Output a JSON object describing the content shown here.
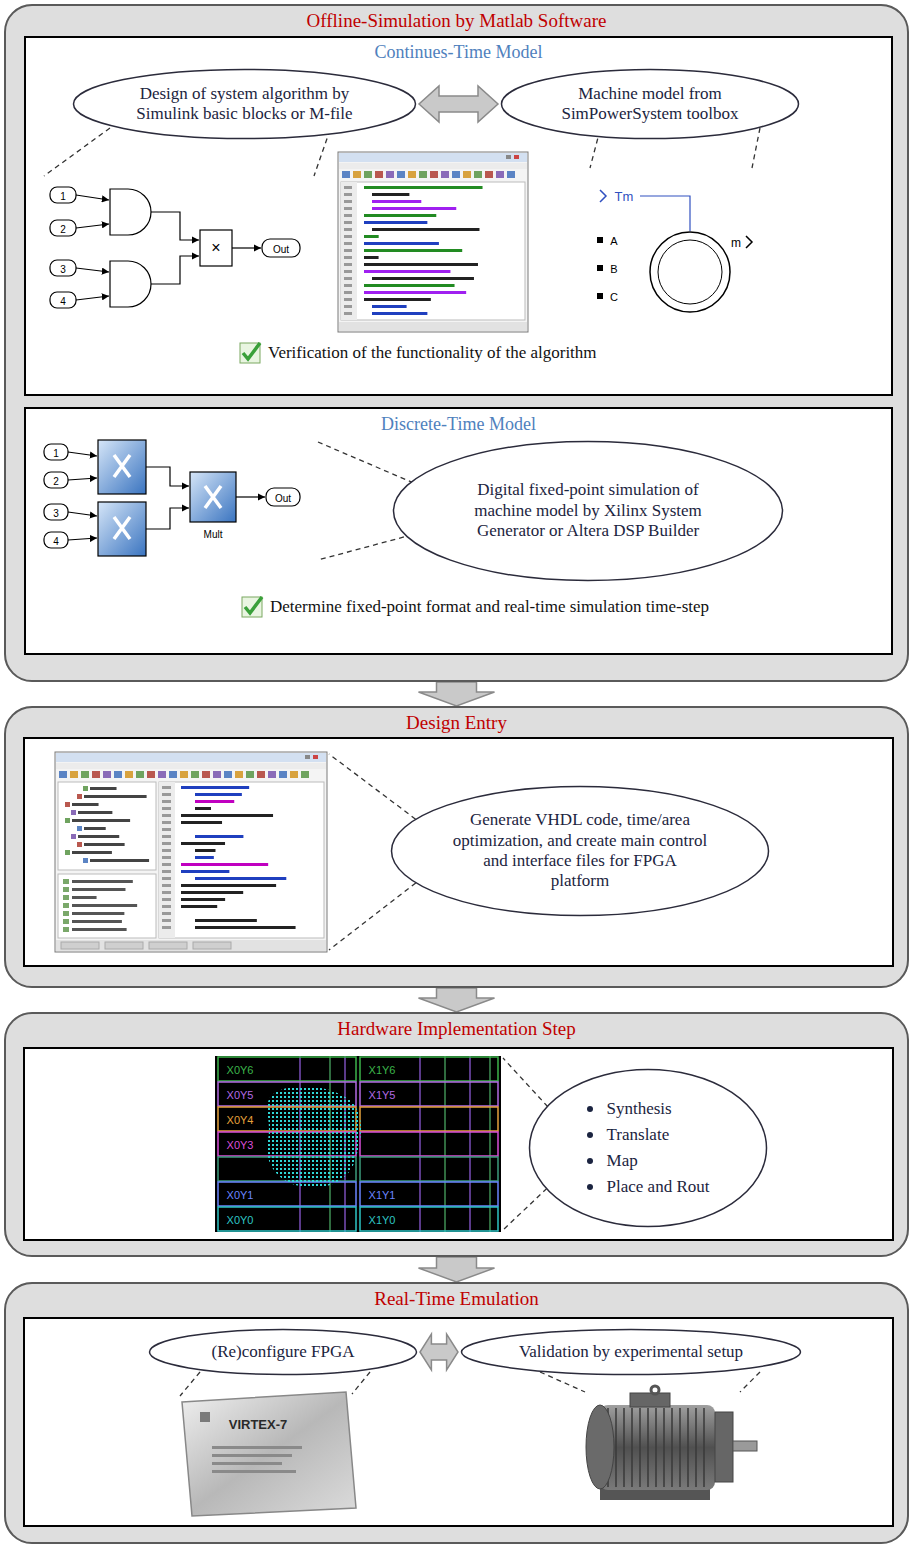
{
  "diagram": {
    "nodes": [
      {
        "text": [
          "Offline-Simulation by Matlab Software"
        ]
      },
      {
        "text": [
          "Continues-Time Model",
          "Verification of the functionality of the algorithm"
        ],
        "in": 0
      },
      {
        "text": [
          "Design of system algorithm by Simulink basic blocks or M-file"
        ],
        "in": 1
      },
      {
        "text": [
          "Machine model from SimPowerSystem toolbox"
        ],
        "in": 1
      },
      {
        "text": [
          "Discrete-Time Model",
          "Determine fixed-point format and real-time simulation time-step"
        ],
        "in": 0
      },
      {
        "text": [
          "Digital fixed-point simulation of machine model by Xilinx System Generator or Altera DSP Builder"
        ],
        "in": 4
      },
      {
        "text": [
          "Design Entry"
        ]
      },
      {
        "text": [
          "Generate VHDL code, time/area optimization, and create main control and interface files for FPGA platform"
        ],
        "in": 6
      },
      {
        "text": [
          "Hardware Implementation Step"
        ]
      },
      {
        "text": [
          "Synthesis",
          "Translate",
          "Map",
          "Place and Rout"
        ],
        "in": 8
      },
      {
        "text": [
          "Real-Time Emulation"
        ]
      },
      {
        "text": [
          "(Re)configure FPGA"
        ],
        "in": 10
      },
      {
        "text": [
          "Validation by experimental setup"
        ],
        "in": 10
      }
    ],
    "edges": [
      {
        "from": 2,
        "to": 3,
        "arrow": "both"
      },
      {
        "from": 0,
        "to": 6,
        "arrow": "to"
      },
      {
        "from": 6,
        "to": 8,
        "arrow": "to"
      },
      {
        "from": 8,
        "to": 10,
        "arrow": "to"
      },
      {
        "from": 11,
        "to": 12,
        "arrow": "both"
      }
    ],
    "labels": [
      "1",
      "2",
      "3",
      "4",
      "×",
      "Out",
      "Tm",
      "A",
      "B",
      "C",
      "m",
      "1",
      "2",
      "3",
      "4",
      "Mult",
      "Out",
      "X0Y6",
      "X1Y6",
      "X0Y5",
      "X1Y5",
      "X0Y4",
      "X0Y3",
      "X0Y1",
      "X1Y1",
      "X0Y0",
      "X1Y0",
      "VIRTEX-7"
    ]
  }
}
